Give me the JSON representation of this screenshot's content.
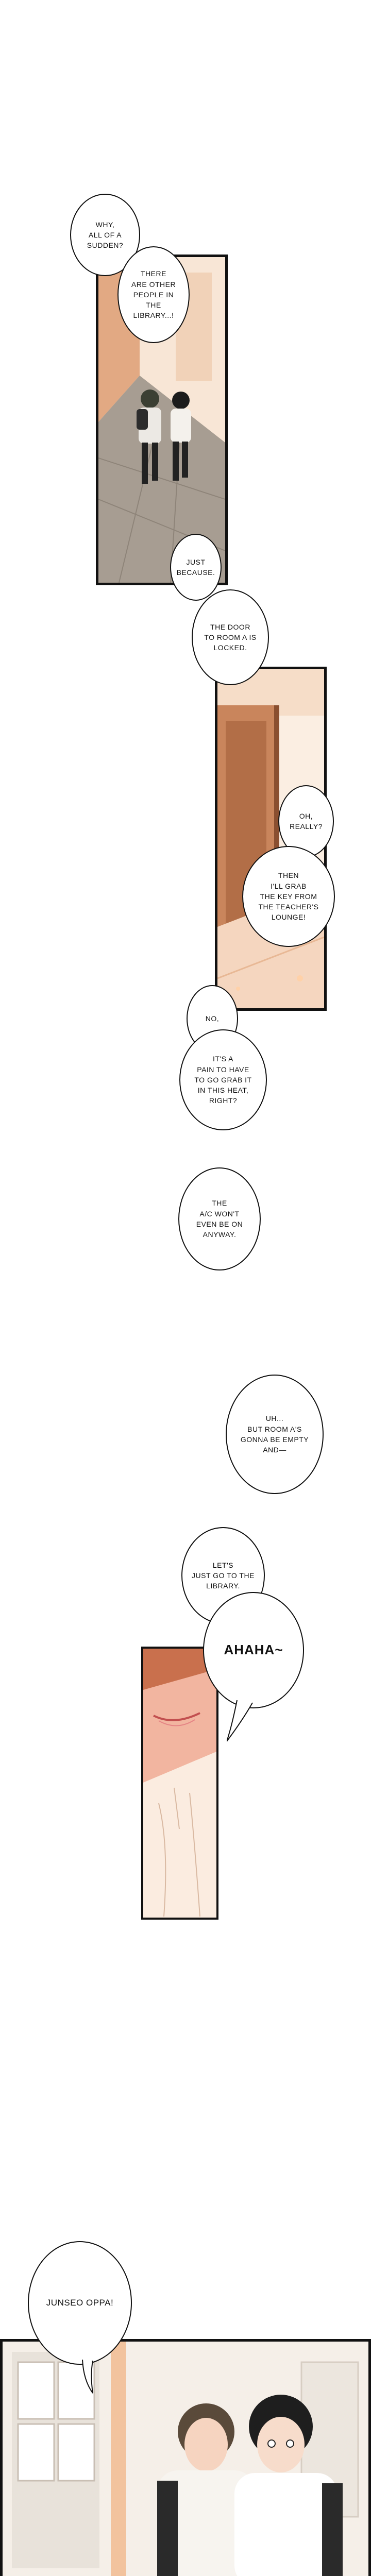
{
  "dialogue": {
    "why_sudden": "WHY,\nALL OF A\nSUDDEN?",
    "other_people": "THERE\nARE OTHER\nPEOPLE IN\nTHE\nLIBRARY...!",
    "just_because": "JUST\nBECAUSE.",
    "door_locked": "THE DOOR\nTO ROOM A IS\nLOCKED.",
    "oh_really": "OH,\nREALLY?",
    "grab_key": "THEN\nI'LL GRAB\nTHE KEY FROM\nTHE TEACHER'S\nLOUNGE!",
    "no": "NO,",
    "pain_to_grab": "IT'S A\nPAIN TO HAVE\nTO GO GRAB IT\nIN THIS HEAT,\nRIGHT?",
    "ac_wont": "THE\nA/C WON'T\nEVEN BE ON\nANYWAY.",
    "room_empty": "UH...\nBUT ROOM A'S\nGONNA BE EMPTY\nAND—",
    "go_library": "LET'S\nJUST GO TO THE\nLIBRARY.",
    "ahaha": "AHAHA~",
    "junseo_oppa": "JUNSEO OPPA!"
  },
  "colors": {
    "panel_border": "#111111",
    "hallway_wall": "#e7c6a8",
    "hallway_floor": "#a79d92",
    "door_wood": "#c9855c",
    "face_skin": "#f2b5a0",
    "bg_warm": "#f6d9c2"
  }
}
